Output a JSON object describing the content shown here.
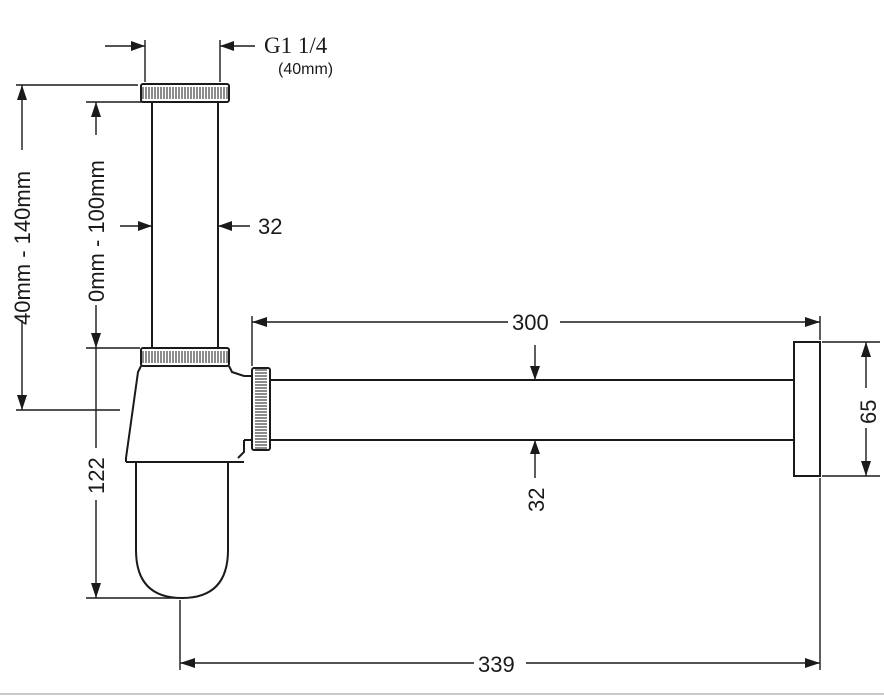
{
  "drawing": {
    "thread_label": "G1  1/4",
    "thread_sub_label": "(40mm)",
    "range_outer_label": "40mm - 140mm",
    "range_inner_label": "0mm - 100mm",
    "vertical_pipe_diameter": "32",
    "horizontal_pipe_length": "300",
    "horizontal_pipe_diameter": "32",
    "wall_flange_height": "65",
    "trap_height": "122",
    "overall_length": "339"
  },
  "colors": {
    "line": "#1a1a1a",
    "background": "#ffffff"
  }
}
